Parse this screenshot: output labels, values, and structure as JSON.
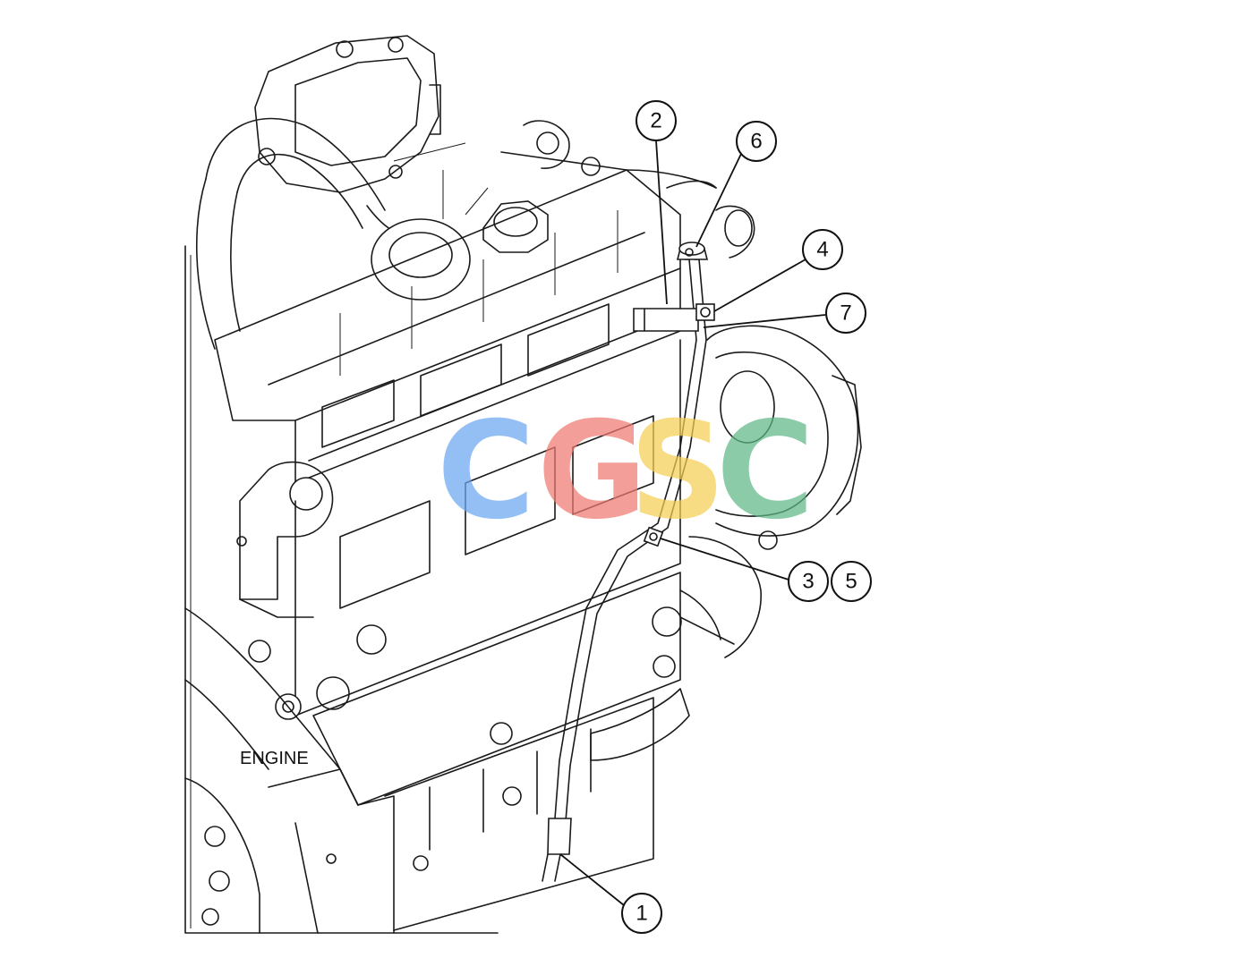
{
  "diagram": {
    "engine_label": "ENGINE",
    "callouts": [
      "1",
      "2",
      "3",
      "4",
      "5",
      "6",
      "7"
    ]
  },
  "watermark": {
    "letters": [
      "C",
      "G",
      "S",
      "C"
    ],
    "colors": [
      "#6aa7f2",
      "#f07a72",
      "#f6cf55",
      "#5fb887"
    ]
  }
}
